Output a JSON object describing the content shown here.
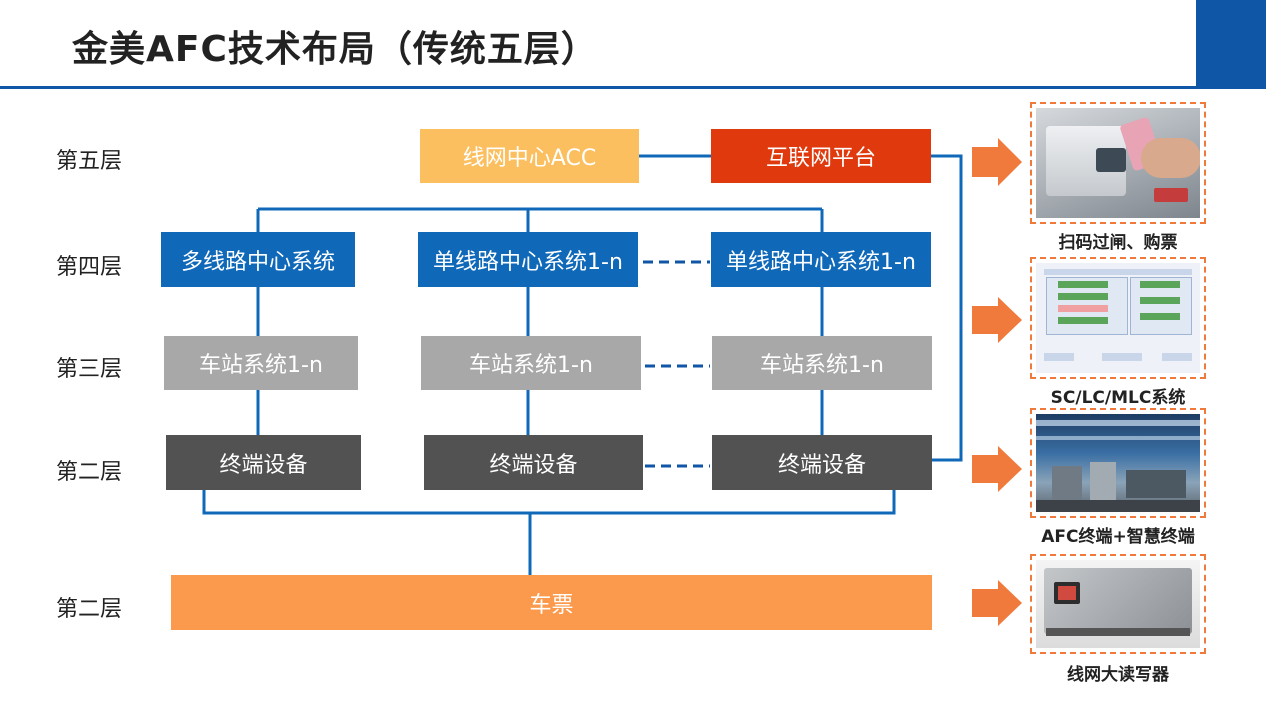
{
  "page": {
    "title": "金美AFC技术布局（传统五层）"
  },
  "layers": {
    "l5": "第五层",
    "l4": "第四层",
    "l3": "第三层",
    "l2a": "第二层",
    "l2b": "第二层"
  },
  "boxes": {
    "acc": "线网中心ACC",
    "internet": "互联网平台",
    "multi_line_center": "多线路中心系统",
    "single_line_center_1": "单线路中心系统1-n",
    "single_line_center_2": "单线路中心系统1-n",
    "station_1": "车站系统1-n",
    "station_2": "车站系统1-n",
    "station_3": "车站系统1-n",
    "terminal_1": "终端设备",
    "terminal_2": "终端设备",
    "terminal_3": "终端设备",
    "ticket": "车票"
  },
  "panels": [
    {
      "caption": "扫码过闸、购票",
      "icon": "gate-qr-scan-photo"
    },
    {
      "caption": "SC/LC/MLC系统",
      "icon": "system-screenshot"
    },
    {
      "caption": "AFC终端+智慧终端",
      "icon": "station-hall-photo"
    },
    {
      "caption": "线网大读写器",
      "icon": "card-reader-photo"
    }
  ],
  "colors": {
    "header_blue": "#0f56a6",
    "acc": "#fbbf5f",
    "internet": "#e0390e",
    "center": "#0f68b8",
    "station": "#a8a8a8",
    "terminal": "#525252",
    "ticket": "#fb9a4c",
    "arrow": "#f07a3c"
  }
}
